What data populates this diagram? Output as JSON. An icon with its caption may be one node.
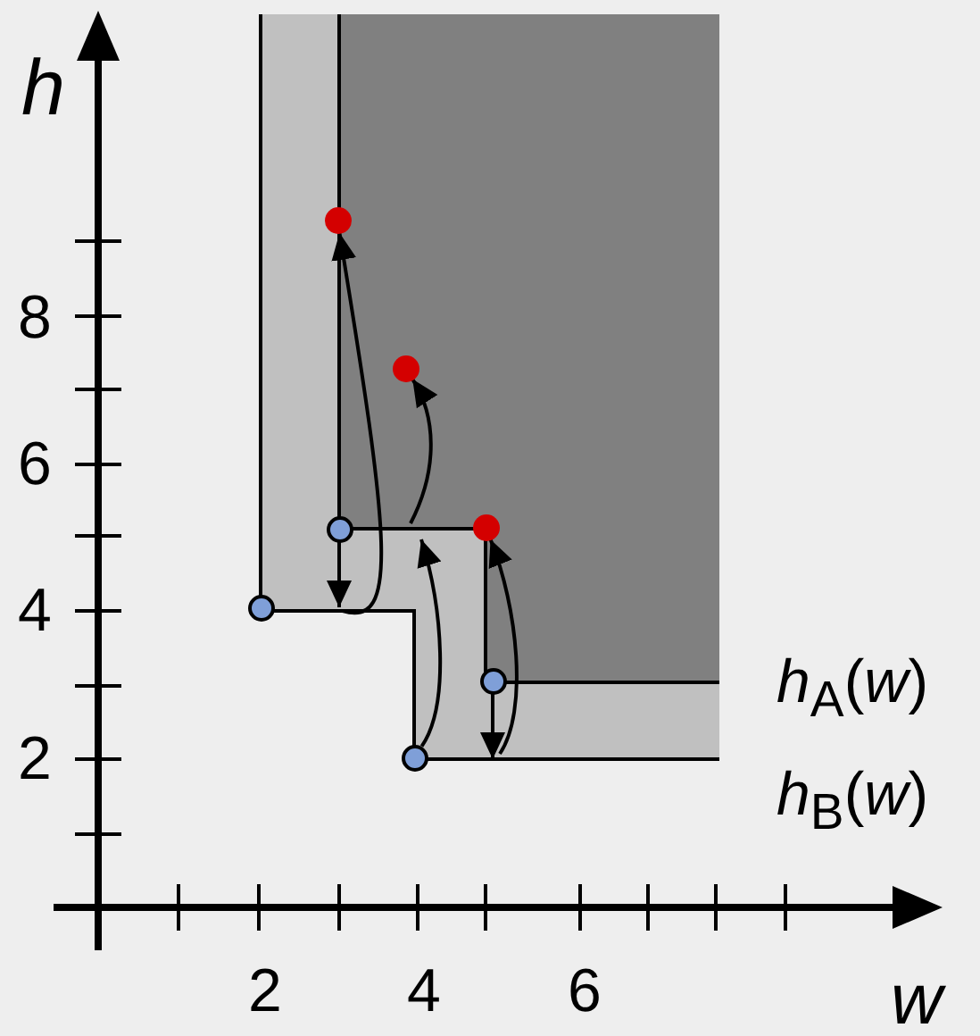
{
  "diagram": {
    "nodes": [
      {
        "text": [],
        "shape": "circle"
      },
      {
        "text": [],
        "shape": "circle"
      },
      {
        "text": [],
        "shape": "circle"
      },
      {
        "text": [],
        "shape": "circle"
      },
      {
        "text": [],
        "shape": "circle"
      },
      {
        "text": [],
        "shape": "circle"
      },
      {
        "text": [],
        "shape": "circle"
      }
    ],
    "edges": [
      {
        "from": 2,
        "to": null,
        "arrow": "to"
      },
      {
        "from": null,
        "to": 0,
        "arrow": "to"
      },
      {
        "from": null,
        "to": 1,
        "arrow": "to"
      },
      {
        "from": 6,
        "to": null,
        "arrow": "to"
      },
      {
        "from": 5,
        "to": null,
        "arrow": "to"
      },
      {
        "from": null,
        "to": 3,
        "arrow": "to"
      }
    ],
    "labels": [
      "h",
      "8",
      "6",
      "4",
      "*h*$_{A}$(*w*)",
      "2",
      "*h*$_{B}$(*w*)",
      "2",
      "4",
      "6",
      "w"
    ]
  }
}
